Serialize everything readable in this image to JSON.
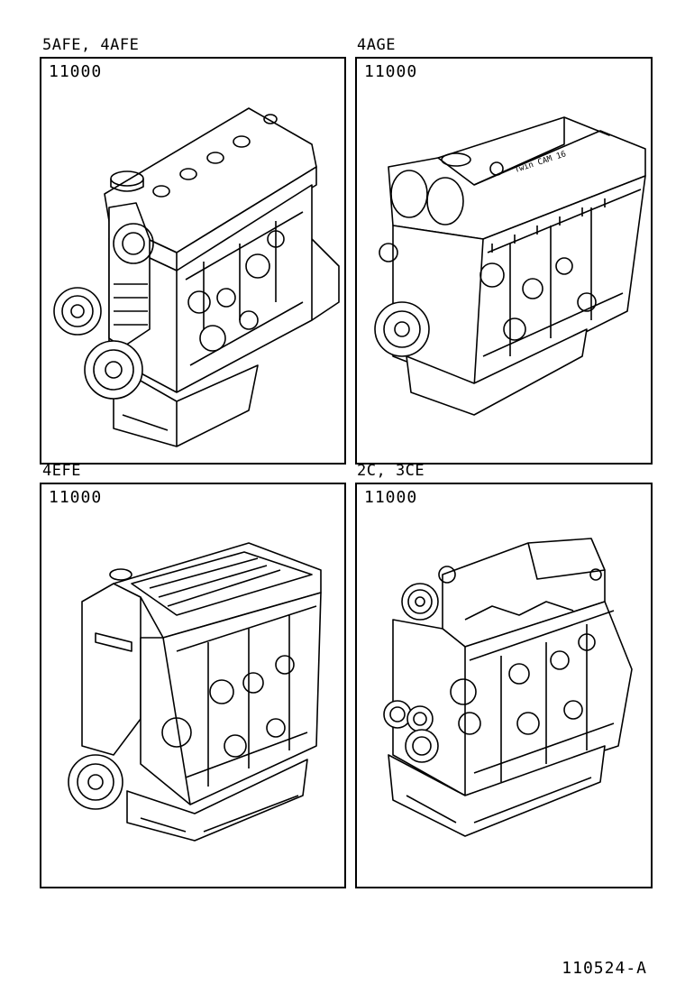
{
  "panels": [
    {
      "engine": "5AFE, 4AFE",
      "part_number": "11000",
      "icon": "engine-5afe-4afe-illustration"
    },
    {
      "engine": "4AGE",
      "part_number": "11000",
      "icon": "engine-4age-illustration",
      "cover_text": "Twin CAM 16"
    },
    {
      "engine": "4EFE",
      "part_number": "11000",
      "icon": "engine-4efe-illustration"
    },
    {
      "engine": "2C, 3CE",
      "part_number": "11000",
      "icon": "engine-2c-3ce-illustration"
    }
  ],
  "reference_code": "110524-A"
}
